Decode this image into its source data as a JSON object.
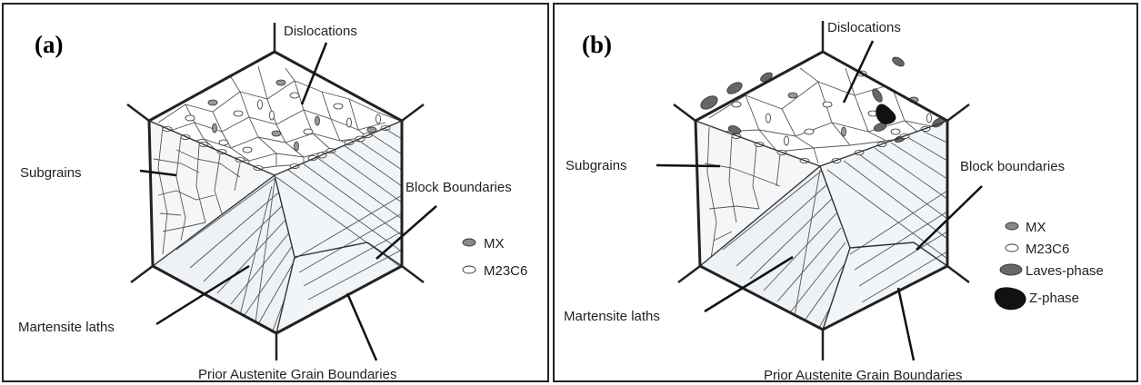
{
  "panel_a": {
    "label": "(a)",
    "labels": {
      "dislocations": "Dislocations",
      "subgrains": "Subgrains",
      "block": "Block Boundaries",
      "martensite": "Martensite laths",
      "pags": "Prior Austenite Grain Boundaries"
    },
    "legend": [
      {
        "name": "MX",
        "color": "#888888"
      },
      {
        "name": "M23C6",
        "color": "#ffffff"
      }
    ]
  },
  "panel_b": {
    "label": "(b)",
    "labels": {
      "dislocations": "Dislocations",
      "subgrains": "Subgrains",
      "block": "Block boundaries",
      "martensite": "Martensite laths",
      "pags": "Prior Austenite Grain Boundaries"
    },
    "legend": [
      {
        "name": "MX",
        "color": "#888888"
      },
      {
        "name": "M23C6",
        "color": "#ffffff"
      },
      {
        "name": "Laves-phase",
        "color": "#666666"
      },
      {
        "name": "Z-phase",
        "color": "#111111"
      }
    ]
  }
}
